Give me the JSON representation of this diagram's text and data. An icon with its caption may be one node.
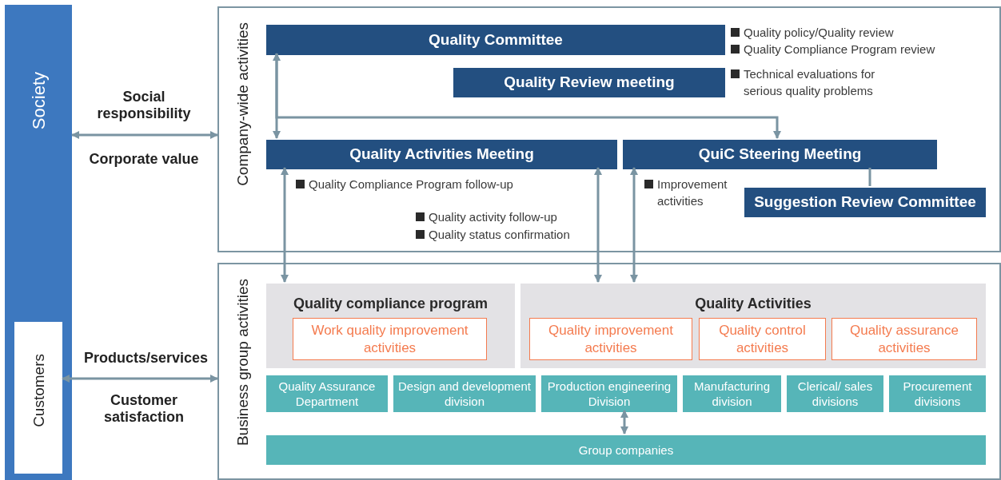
{
  "diagram": {
    "nodes": [
      {
        "text": [
          "Society"
        ]
      },
      {
        "text": [
          "Customers"
        ],
        "in": 0
      },
      {
        "text": [
          "Company-wide activities"
        ]
      },
      {
        "text": [
          "Business group activities"
        ]
      },
      {
        "text": [
          "Quality Committee"
        ],
        "in": 2,
        "beside": [
          "Quality policy/Quality review",
          "Quality Compliance Program review"
        ]
      },
      {
        "text": [
          "Quality Review meeting"
        ],
        "in": 2,
        "beside": [
          "Technical evaluations for serious quality problems"
        ]
      },
      {
        "text": [
          "Quality Activities Meeting"
        ],
        "in": 2,
        "beside": [
          "Quality Compliance Program follow-up"
        ]
      },
      {
        "text": [
          "QuiC Steering Meeting"
        ],
        "in": 2
      },
      {
        "text": [
          "Suggestion Review Committee"
        ],
        "in": 2
      },
      {
        "text": [
          "Quality compliance program"
        ],
        "in": 3
      },
      {
        "text": [
          "Work quality improvement activities"
        ],
        "in": 9
      },
      {
        "text": [
          "Quality Activities"
        ],
        "in": 3
      },
      {
        "text": [
          "Quality improvement activities"
        ],
        "in": 11
      },
      {
        "text": [
          "Quality control activities"
        ],
        "in": 11
      },
      {
        "text": [
          "Quality assurance activities"
        ],
        "in": 11
      },
      {
        "text": [
          "Quality Assurance Department"
        ],
        "in": 3
      },
      {
        "text": [
          "Design and development division"
        ],
        "in": 3
      },
      {
        "text": [
          "Production engineering Division"
        ],
        "in": 3
      },
      {
        "text": [
          "Manufacturing division"
        ],
        "in": 3
      },
      {
        "text": [
          "Clerical/ sales divisions"
        ],
        "in": 3
      },
      {
        "text": [
          "Procurement divisions"
        ],
        "in": 3
      },
      {
        "text": [
          "Group companies"
        ],
        "in": 3
      }
    ],
    "edges": [
      {
        "from": 0,
        "to": 2,
        "arrow": "both"
      },
      {
        "from": 1,
        "to": 3,
        "arrow": "both"
      },
      {
        "from": 4,
        "to": 6,
        "arrow": "both"
      },
      {
        "from": 4,
        "to": 7,
        "arrow": "to"
      },
      {
        "from": 9,
        "to": 6,
        "arrow": "both"
      },
      {
        "from": 6,
        "to": 11,
        "arrow": "both"
      },
      {
        "from": 7,
        "to": 11,
        "arrow": "both"
      },
      {
        "from": 7,
        "to": 8,
        "arrow": "none"
      },
      {
        "from": 17,
        "to": 21,
        "arrow": "both"
      }
    ],
    "labels": [
      "Social responsibility",
      "Corporate value",
      "Products/services",
      "Customer satisfaction",
      "Quality activity follow-up",
      "Quality status confirmation",
      "Improvement activities"
    ]
  }
}
